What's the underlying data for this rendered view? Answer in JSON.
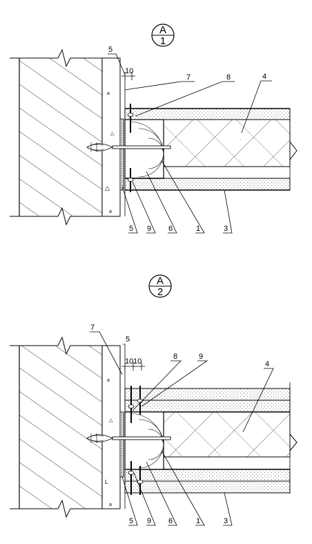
{
  "view_a1": {
    "section_top": "A",
    "section_bottom": "1",
    "dim": "10",
    "labels": {
      "l5_top": "5",
      "l7": "7",
      "l8": "8",
      "l4": "4",
      "l5_bottom": "5",
      "l9": "9",
      "l6": "6",
      "l1": "1",
      "l3": "3"
    }
  },
  "view_a2": {
    "section_top": "A",
    "section_bottom": "2",
    "dim1": "10",
    "dim2": "10",
    "labels": {
      "l7": "7",
      "l5_top": "5",
      "l8": "8",
      "l9_top": "9",
      "l4": "4",
      "l5_bottom": "5",
      "l9": "9",
      "l6": "6",
      "l1": "1",
      "l3": "3"
    }
  },
  "colors": {
    "line": "#000000",
    "dots": "#555555",
    "background": "#ffffff"
  }
}
